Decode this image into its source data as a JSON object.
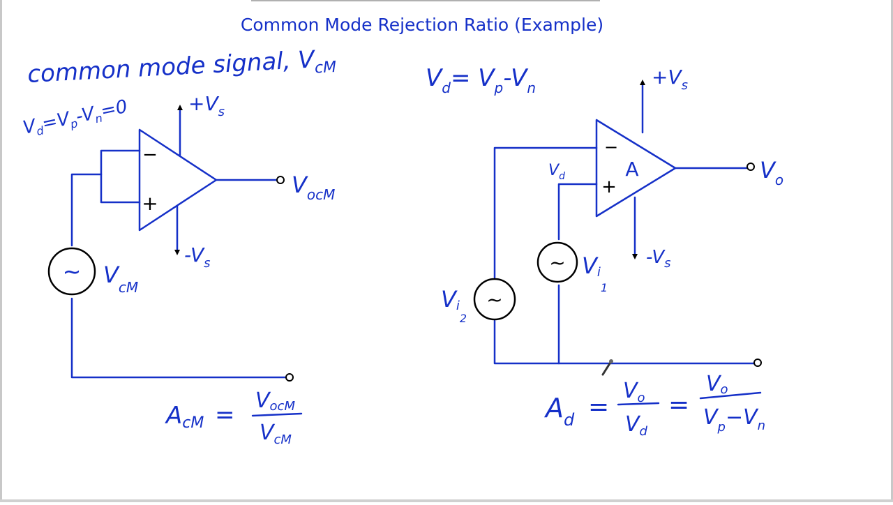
{
  "title": "Common Mode Rejection Ratio (Example)",
  "left": {
    "heading": "common mode signal, V",
    "heading_sub": "cM",
    "vd_eq": {
      "v": "V",
      "vs": "d",
      "mid1": "=V",
      "ps": "p",
      "mid2": "-V",
      "ns": "n",
      "tail": "=0"
    },
    "minus_in": "−",
    "plus_in": "+",
    "pos_supply": "+V",
    "pos_supply_sub": "s",
    "neg_supply": "-V",
    "neg_supply_sub": "s",
    "output": "V",
    "output_sub": "ocM",
    "source_symbol": "~",
    "source": "V",
    "source_sub": "cM",
    "formula": {
      "lhs": "A",
      "lhs_sub": "cM",
      "eq": "=",
      "num": "V",
      "num_sub": "ocM",
      "den": "V",
      "den_sub": "cM"
    }
  },
  "right": {
    "heading": {
      "v": "V",
      "vs": "d",
      "mid": "= V",
      "ps": "p",
      "dash": "-V",
      "ns": "n"
    },
    "gain": "A",
    "minus_in": "−",
    "plus_in": "+",
    "vd": "V",
    "vd_sub": "d",
    "pos_supply": "+V",
    "pos_supply_sub": "s",
    "neg_supply": "-V",
    "neg_supply_sub": "s",
    "output": "V",
    "output_sub": "o",
    "source1_symbol": "~",
    "source1": "V",
    "source1_sub": "i",
    "source1_subsub": "1",
    "source2_symbol": "~",
    "source2": "V",
    "source2_sub": "i",
    "source2_subsub": "2",
    "formula": {
      "lhs": "A",
      "lhs_sub": "d",
      "eq1": "=",
      "num1": "V",
      "num1_sub": "o",
      "den1": "V",
      "den1_sub": "d",
      "eq2": "=",
      "num2": "V",
      "num2_sub": "o",
      "den2a": "V",
      "den2a_sub": "p",
      "den2_dash": "−V",
      "den2b_sub": "n"
    }
  },
  "colors": {
    "ink": "#1530c8",
    "wire": "#000000",
    "background": "#ffffff"
  }
}
